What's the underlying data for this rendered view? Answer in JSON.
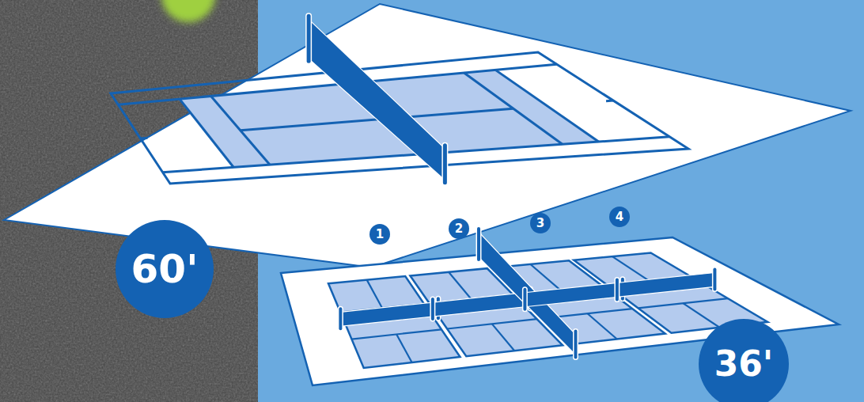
{
  "diagram": {
    "nodes": [
      {
        "text": [
          "1"
        ]
      },
      {
        "text": [
          "2"
        ]
      },
      {
        "text": [
          "3"
        ]
      },
      {
        "text": [
          "4"
        ]
      },
      {
        "text": [
          "60'"
        ]
      },
      {
        "text": [
          "36'"
        ]
      }
    ]
  }
}
